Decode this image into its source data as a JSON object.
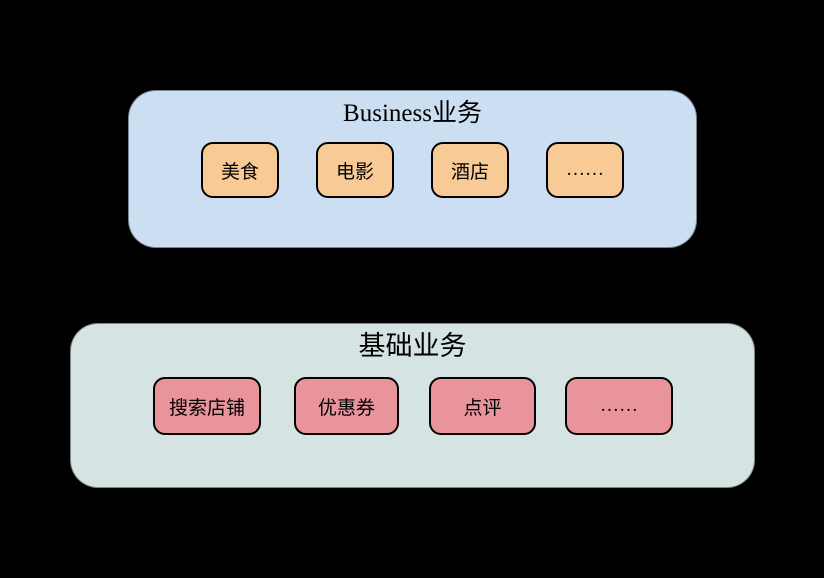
{
  "canvas": {
    "background_color": "#000000",
    "text_color": "#000000",
    "box_border_color": "#000000"
  },
  "groups": [
    {
      "id": "business",
      "title": "Business业务",
      "panel_color": "#CCDEF2",
      "box_color": "#F8CB96",
      "boxes": [
        {
          "label": "美食"
        },
        {
          "label": "电影"
        },
        {
          "label": "酒店"
        },
        {
          "label": "……"
        }
      ]
    },
    {
      "id": "basic",
      "title": "基础业务",
      "panel_color": "#D6E3E3",
      "box_color": "#E9949B",
      "boxes": [
        {
          "label": "搜索店铺"
        },
        {
          "label": "优惠券"
        },
        {
          "label": "点评"
        },
        {
          "label": "……"
        }
      ]
    }
  ]
}
